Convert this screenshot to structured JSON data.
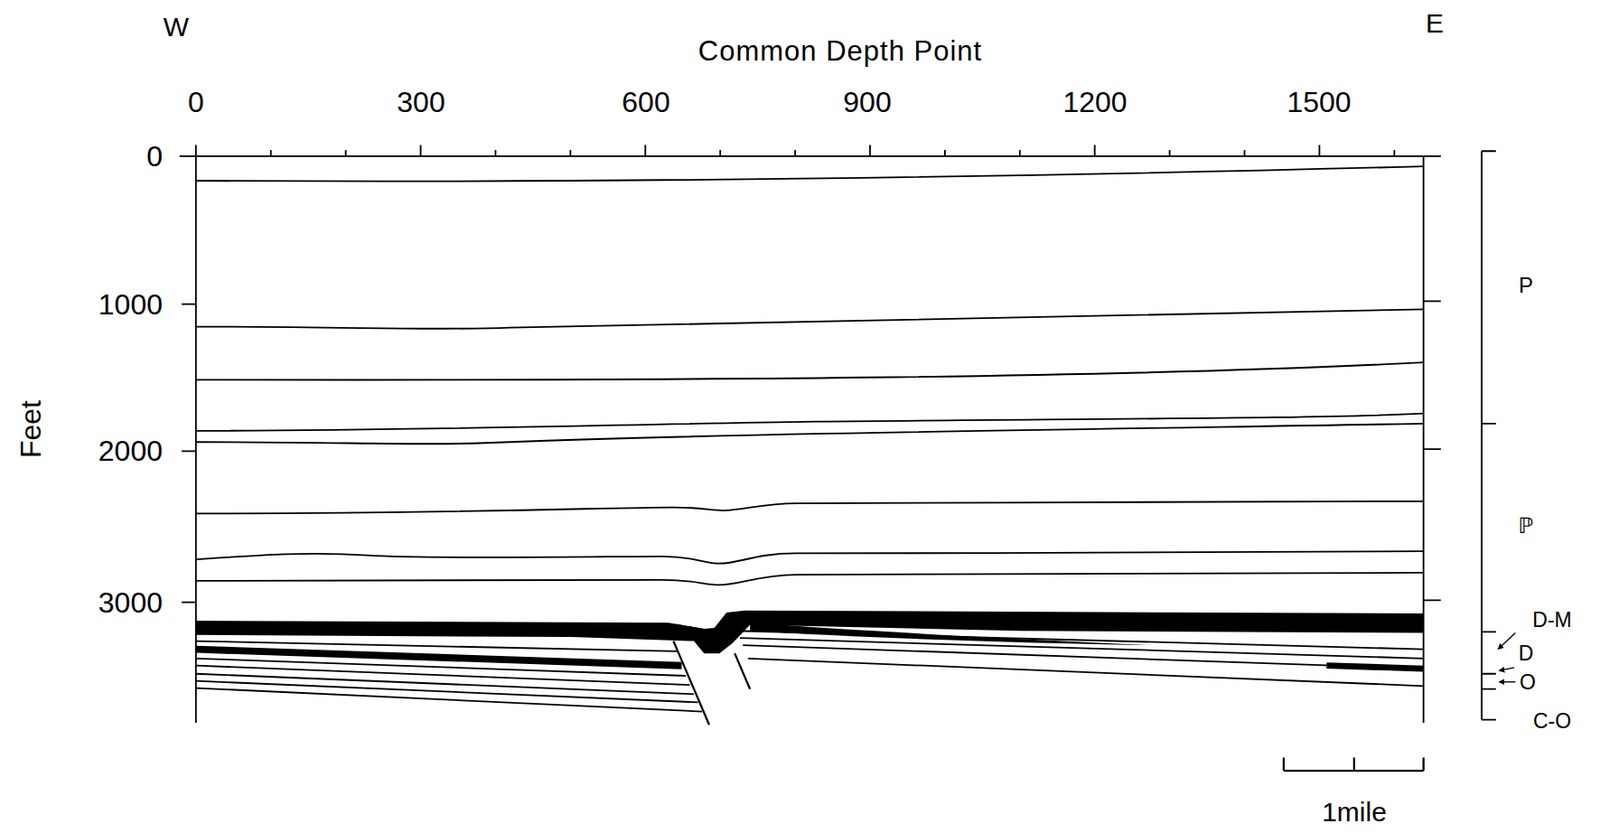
{
  "diagram": {
    "labels": [
      "W",
      "E",
      "Common Depth Point",
      "0",
      "300",
      "600",
      "900",
      "1200",
      "1500",
      "0",
      "1000",
      "2000",
      "3000",
      "Feet",
      "P",
      "ℙ",
      "D-M",
      "D",
      "O",
      "C-O",
      "1mile"
    ]
  }
}
